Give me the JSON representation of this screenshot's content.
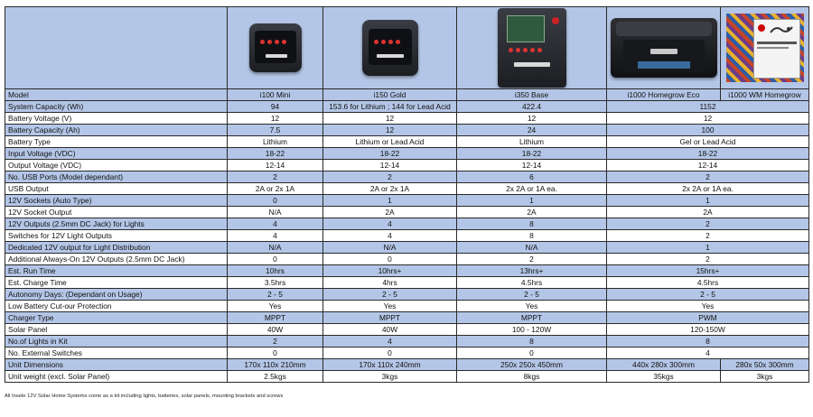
{
  "products": [
    {
      "name": "i100 Mini",
      "image": "i100-mini-unit"
    },
    {
      "name": "i150 Gold",
      "image": "i150-gold-unit"
    },
    {
      "name": "i350 Base",
      "image": "i350-base-unit"
    },
    {
      "name": "i1000 Homegrow Eco",
      "image": "i1000-homegrow-eco-unit"
    },
    {
      "name": "i1000 WM Homegrow",
      "image": "i1000-wm-homegrow-unit"
    }
  ],
  "model_label": "Model",
  "rows": [
    {
      "label": "System Capacity (Wh)",
      "values": [
        "94",
        "153.6 for Lithium ; 144 for Lead Acid",
        "422.4"
      ],
      "shared": "1152"
    },
    {
      "label": "Battery Voltage (V)",
      "values": [
        "12",
        "12",
        "12"
      ],
      "shared": "12"
    },
    {
      "label": "Battery Capacity (Ah)",
      "values": [
        "7.5",
        "12",
        "24"
      ],
      "shared": "100"
    },
    {
      "label": "Battery Type",
      "values": [
        "Lithium",
        "Lithium or Lead Acid",
        "Lithium"
      ],
      "shared": "Gel or Lead Acid"
    },
    {
      "label": "Input Voltage (VDC)",
      "values": [
        "18-22",
        "18-22",
        "18-22"
      ],
      "shared": "18-22"
    },
    {
      "label": "Output Voltage (VDC)",
      "values": [
        "12-14",
        "12-14",
        "12-14"
      ],
      "shared": "12-14"
    },
    {
      "label": "No. USB Ports (Model dependant)",
      "values": [
        "2",
        "2",
        "6"
      ],
      "shared": "2"
    },
    {
      "label": "USB Output",
      "values": [
        "2A or 2x 1A",
        "2A or 2x 1A",
        "2x 2A or 1A ea."
      ],
      "shared": "2x 2A or 1A ea."
    },
    {
      "label": "12V Sockets (Auto Type)",
      "values": [
        "0",
        "1",
        "1"
      ],
      "shared": "1"
    },
    {
      "label": "12V Socket Output",
      "values": [
        "N/A",
        "2A",
        "2A"
      ],
      "shared": "2A"
    },
    {
      "label": "12V Outputs (2.5mm DC Jack) for Lights",
      "values": [
        "4",
        "4",
        "8"
      ],
      "shared": "2"
    },
    {
      "label": "Switches for 12V Light Outputs",
      "values": [
        "4",
        "4",
        "8"
      ],
      "shared": "2"
    },
    {
      "label": "Dedicated 12V output for Light Distribution",
      "values": [
        "N/A",
        "N/A",
        "N/A"
      ],
      "shared": "1"
    },
    {
      "label": "Additional Always-On 12V Outputs (2.5mm DC Jack)",
      "values": [
        "0",
        "0",
        "2"
      ],
      "shared": "2"
    },
    {
      "label": "Est. Run Time",
      "values": [
        "10hrs",
        "10hrs+",
        "13hrs+"
      ],
      "shared": "15hrs+"
    },
    {
      "label": "Est. Charge Time",
      "values": [
        "3.5hrs",
        "4hrs",
        "4.5hrs"
      ],
      "shared": "4.5hrs"
    },
    {
      "label": "Autonomy Days: (Dependant on Usage)",
      "values": [
        "2 - 5",
        "2 - 5",
        "2 - 5"
      ],
      "shared": "2 - 5"
    },
    {
      "label": "Low Battery Cut-our Protection",
      "values": [
        "Yes",
        "Yes",
        "Yes"
      ],
      "shared": "Yes"
    },
    {
      "label": "Charger Type",
      "values": [
        "MPPT",
        "MPPT",
        "MPPT"
      ],
      "shared": "PWM"
    },
    {
      "label": "Solar Panel",
      "values": [
        "40W",
        "40W",
        "100 - 120W"
      ],
      "shared": "120-150W"
    },
    {
      "label": "No.of Lights in Kit",
      "values": [
        "2",
        "4",
        "8"
      ],
      "shared": "8"
    },
    {
      "label": "No. External Switches",
      "values": [
        "0",
        "0",
        "0"
      ],
      "shared": "4"
    }
  ],
  "dimensions": {
    "label": "Unit Dimensions",
    "values": [
      "170x 110x 210mm",
      "170x 110x 240mm",
      "250x 250x 450mm",
      "440x 280x 300mm",
      "280x 50x 300mm"
    ]
  },
  "weight": {
    "label": "Unit weight (excl. Solar Panel)",
    "values": [
      "2.5kgs",
      "3kgs",
      "8kgs",
      "35kgs",
      "3kgs"
    ]
  },
  "footnote": "All Insele 12V Solar Home Systems come as a kit including lights, batteries, solar panels, mounting brackets and screws",
  "colors": {
    "header_bg": "#b4c6e7",
    "row_bg": "#ffffff",
    "border": "#2a2a2a"
  }
}
